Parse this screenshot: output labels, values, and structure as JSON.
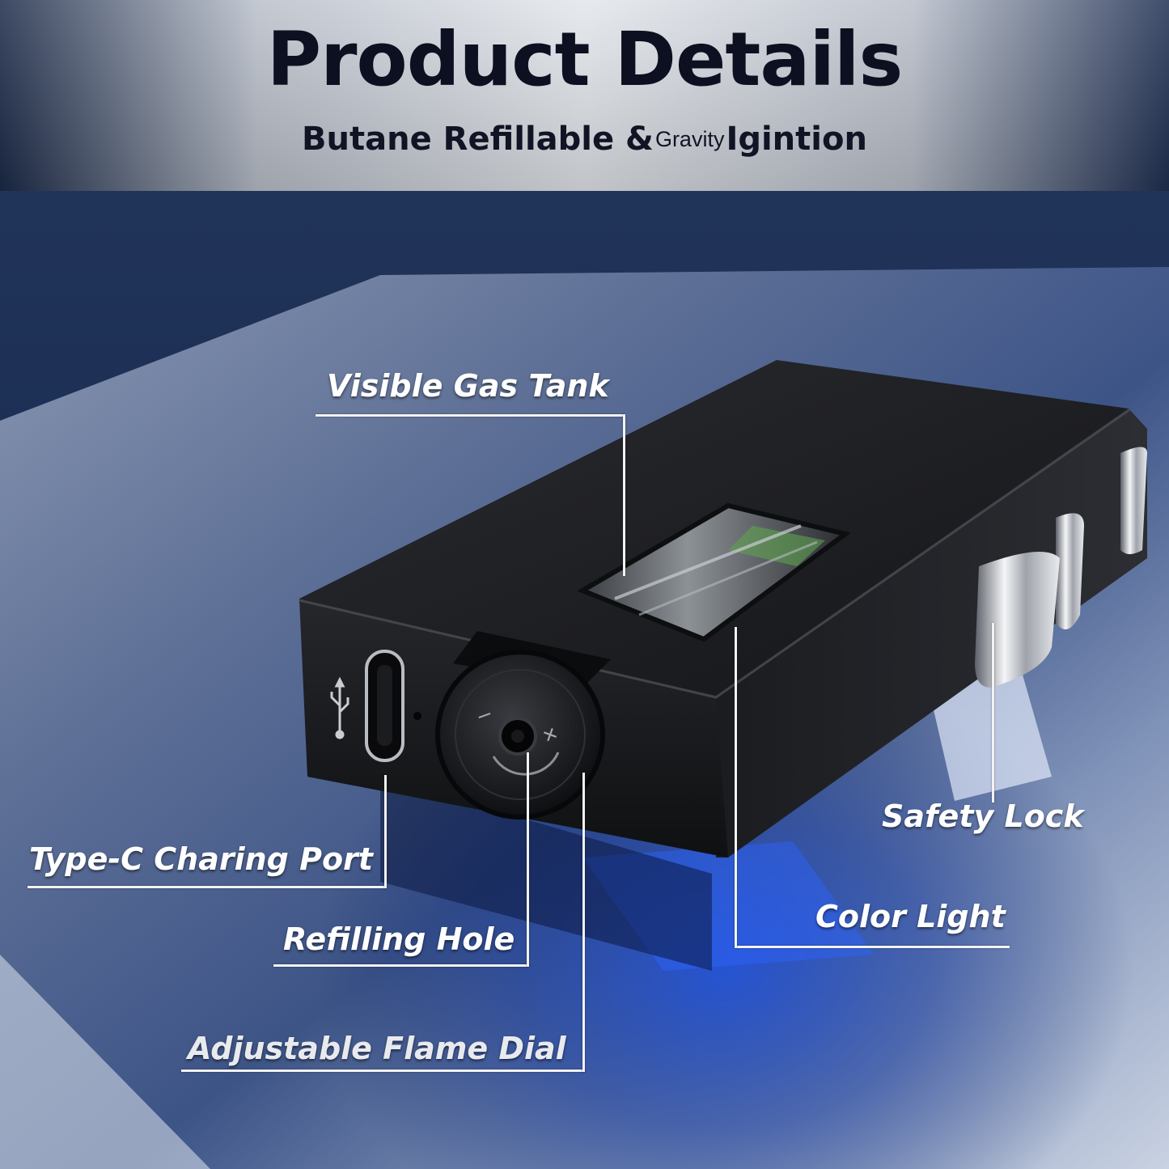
{
  "header": {
    "title": "Product Details",
    "subtitle_part1": "Butane Refillable &",
    "subtitle_small": "Gravity",
    "subtitle_part2": "Igintion"
  },
  "callouts": {
    "visible_gas_tank": "Visible Gas Tank",
    "safety_lock": "Safety Lock",
    "type_c_port": "Type-C Charing Port",
    "color_light": "Color Light",
    "refilling_hole": "Refilling Hole",
    "flame_dial": "Adjustable Flame Dial"
  },
  "device": {
    "dial_marks": [
      "−",
      "+"
    ],
    "icons": [
      "usb-icon"
    ]
  },
  "colors": {
    "background_top": "#d9dde3",
    "background_bottom": "#0f2a6b",
    "device_body": "#17181b",
    "label_text": "#ffffff",
    "title_text": "#0d1020"
  }
}
